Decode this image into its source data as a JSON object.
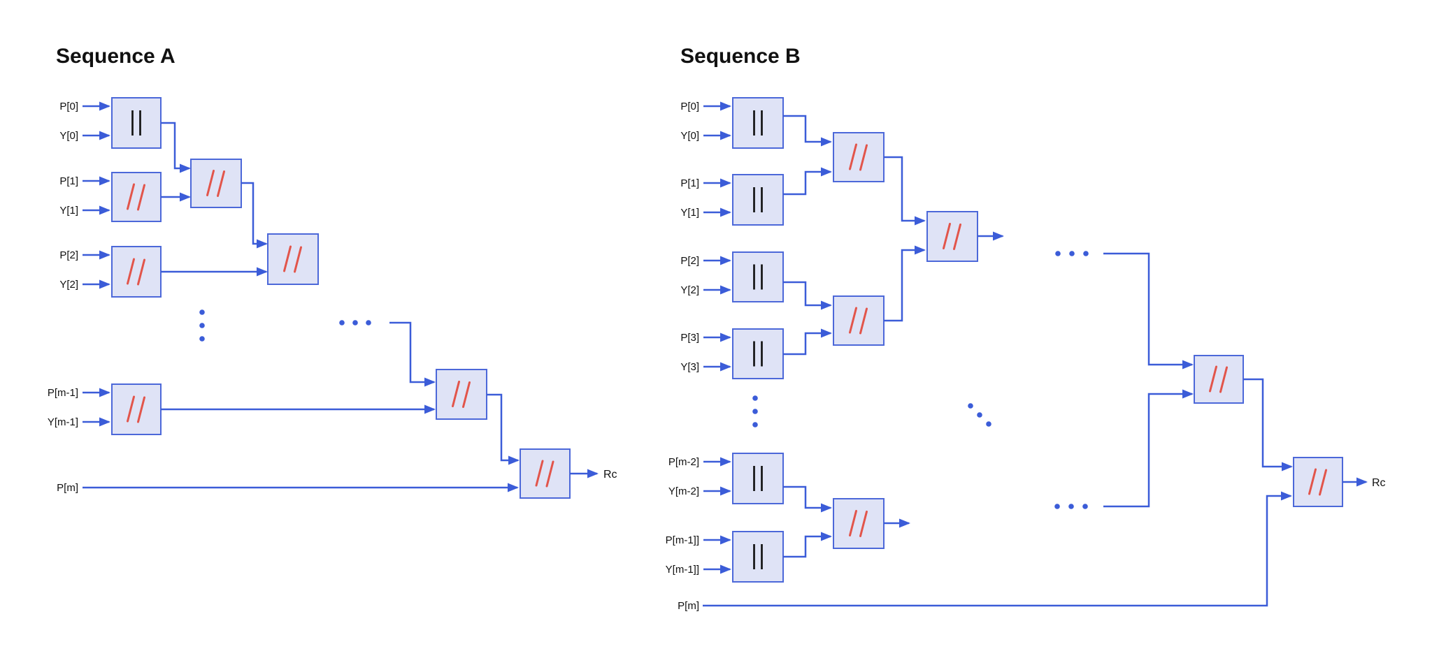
{
  "a": {
    "title": "Sequence A",
    "labels": {
      "p0": "P[0]",
      "y0": "Y[0]",
      "p1": "P[1]",
      "y1": "Y[1]",
      "p2": "P[2]",
      "y2": "Y[2]",
      "pm1": "P[m-1]",
      "ym1": "Y[m-1]",
      "pm": "P[m]"
    },
    "output": "Rc"
  },
  "b": {
    "title": "Sequence B",
    "labels": {
      "p0": "P[0]",
      "y0": "Y[0]",
      "p1": "P[1]",
      "y1": "Y[1]",
      "p2": "P[2]",
      "y2": "Y[2]",
      "p3": "P[3]",
      "y3": "Y[3]",
      "pm2": "P[m-2]",
      "ym2": "Y[m-2]",
      "pm1": "P[m-1]]",
      "ym1": "Y[m-1]]",
      "pm": "P[m]"
    },
    "output": "Rc"
  },
  "icons": {
    "serial_block": "double-vertical-bar-operator",
    "reduce_block": "double-slash-operator",
    "ellipsis": "continuation-dots",
    "arrow": "triangle-arrowhead"
  },
  "colors": {
    "wire": "#3b5cd8",
    "box_fill": "#dfe3f6",
    "box_border": "#4c68d9",
    "serial_bar": "#141414",
    "reduce_slash": "#e2554b",
    "text": "#111111",
    "background": "#ffffff"
  }
}
